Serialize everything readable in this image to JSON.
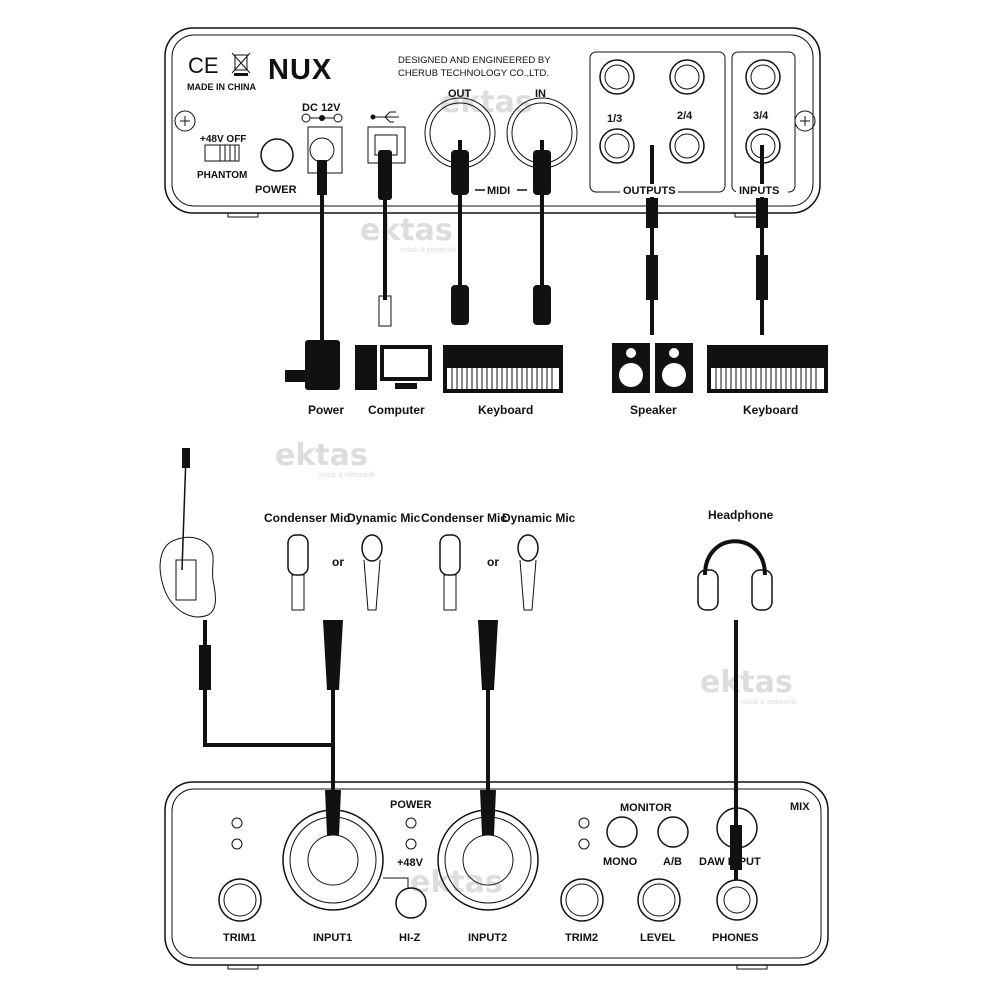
{
  "top_panel": {
    "ce_mark": "CE",
    "made_in": "MADE IN CHINA",
    "brand": "NUX",
    "designed_line1": "DESIGNED AND ENGINEERED BY",
    "designed_line2": "CHERUB TECHNOLOGY CO.,LTD.",
    "phantom_switch_top": "+48V OFF",
    "phantom_switch_bottom": "PHANTOM",
    "power": "POWER",
    "dc": "DC 12V",
    "midi_out": "OUT",
    "midi_in": "IN",
    "midi": "MIDI",
    "outputs": "OUTPUTS",
    "inputs": "INPUTS",
    "out_13": "1/3",
    "out_24": "2/4",
    "in_34": "3/4"
  },
  "devices": {
    "power": "Power",
    "computer": "Computer",
    "keyboard1": "Keyboard",
    "speaker": "Speaker",
    "keyboard2": "Keyboard"
  },
  "middle": {
    "condenser1": "Condenser Mic",
    "dynamic1": "Dynamic Mic",
    "or1": "or",
    "condenser2": "Condenser Mic",
    "dynamic2": "Dynamic Mic",
    "or2": "or",
    "headphone": "Headphone"
  },
  "front_panel": {
    "trim1": "TRIM1",
    "input1": "INPUT1",
    "power": "POWER",
    "plus48v": "+48V",
    "hiz": "HI-Z",
    "input2": "INPUT2",
    "trim2": "TRIM2",
    "monitor": "MONITOR",
    "mono": "MONO",
    "ab": "A/B",
    "mix": "MIX",
    "daw_input": "DAW INPUT",
    "level": "LEVEL",
    "phones": "PHONES"
  },
  "watermark": {
    "name": "ektas",
    "sub": "müzik & elektronik"
  }
}
